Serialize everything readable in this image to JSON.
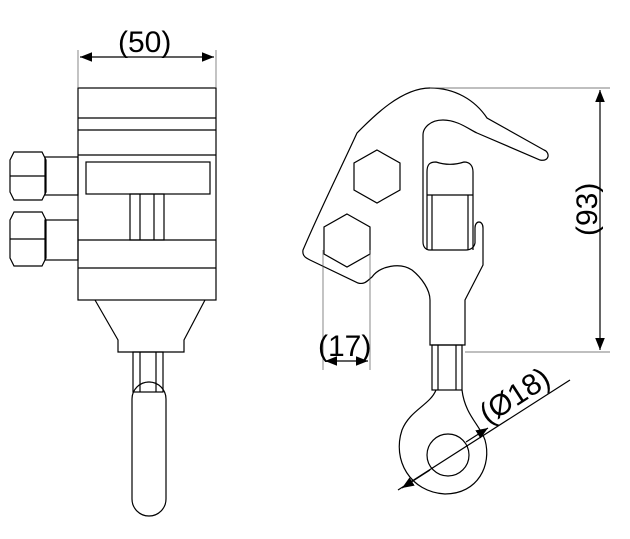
{
  "dimensions": {
    "width": "(50)",
    "height": "(93)",
    "hex_size": "(17)",
    "diameter": "(Ø18)"
  },
  "colors": {
    "line": "#000000",
    "background": "#ffffff"
  }
}
